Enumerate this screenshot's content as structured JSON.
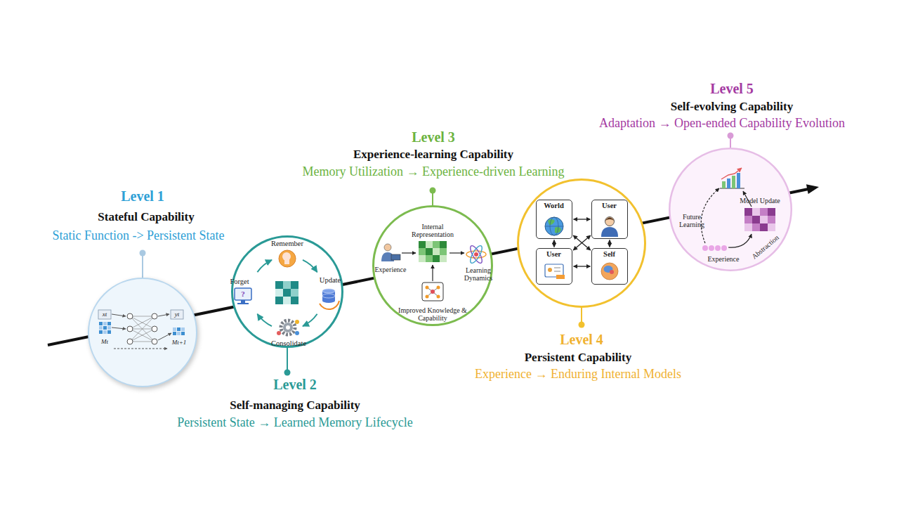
{
  "diagram": {
    "nodes": [
      {
        "text": [
          "Level 1",
          "Stateful Capability",
          "Static Function -> Persistent State"
        ]
      },
      {
        "text": [
          "Level 2",
          "Self-managing Capability",
          "Persistent State → Learned Memory Lifecycle"
        ]
      },
      {
        "text": [
          "Level 3",
          "Experience-learning Capability",
          "Memory Utilization → Experience-driven Learning"
        ]
      },
      {
        "text": [
          "Level 4",
          "Persistent Capability",
          "Experience → Enduring Internal Models"
        ]
      },
      {
        "text": [
          "World"
        ],
        "in": 3
      },
      {
        "text": [
          "User"
        ],
        "in": 3
      },
      {
        "text": [
          "User"
        ],
        "in": 3
      },
      {
        "text": [
          "Self"
        ],
        "in": 3
      },
      {
        "text": [
          "Level 5",
          "Self-evolving Capability",
          "Adaptation → Open-ended Capability Evolution"
        ]
      }
    ],
    "edges": [
      {
        "from": 4,
        "to": 5,
        "arrow": "both"
      },
      {
        "from": 4,
        "to": 6,
        "arrow": "both"
      },
      {
        "from": 4,
        "to": 7,
        "arrow": "both"
      },
      {
        "from": 5,
        "to": 6,
        "arrow": "both"
      },
      {
        "from": 5,
        "to": 7,
        "arrow": "both"
      },
      {
        "from": 6,
        "to": 7,
        "arrow": "both"
      }
    ],
    "labels": [
      "xt",
      "yt",
      "Mt",
      "Mt+1",
      "Remember",
      "Forget",
      "?",
      "Update",
      "Consolidate",
      "Internal Representation",
      "Experience",
      "Learning Dynamics",
      "Improved Knowledge & Capability",
      "Model Update",
      "Future Learning",
      "Experience",
      "Abstraction"
    ]
  }
}
